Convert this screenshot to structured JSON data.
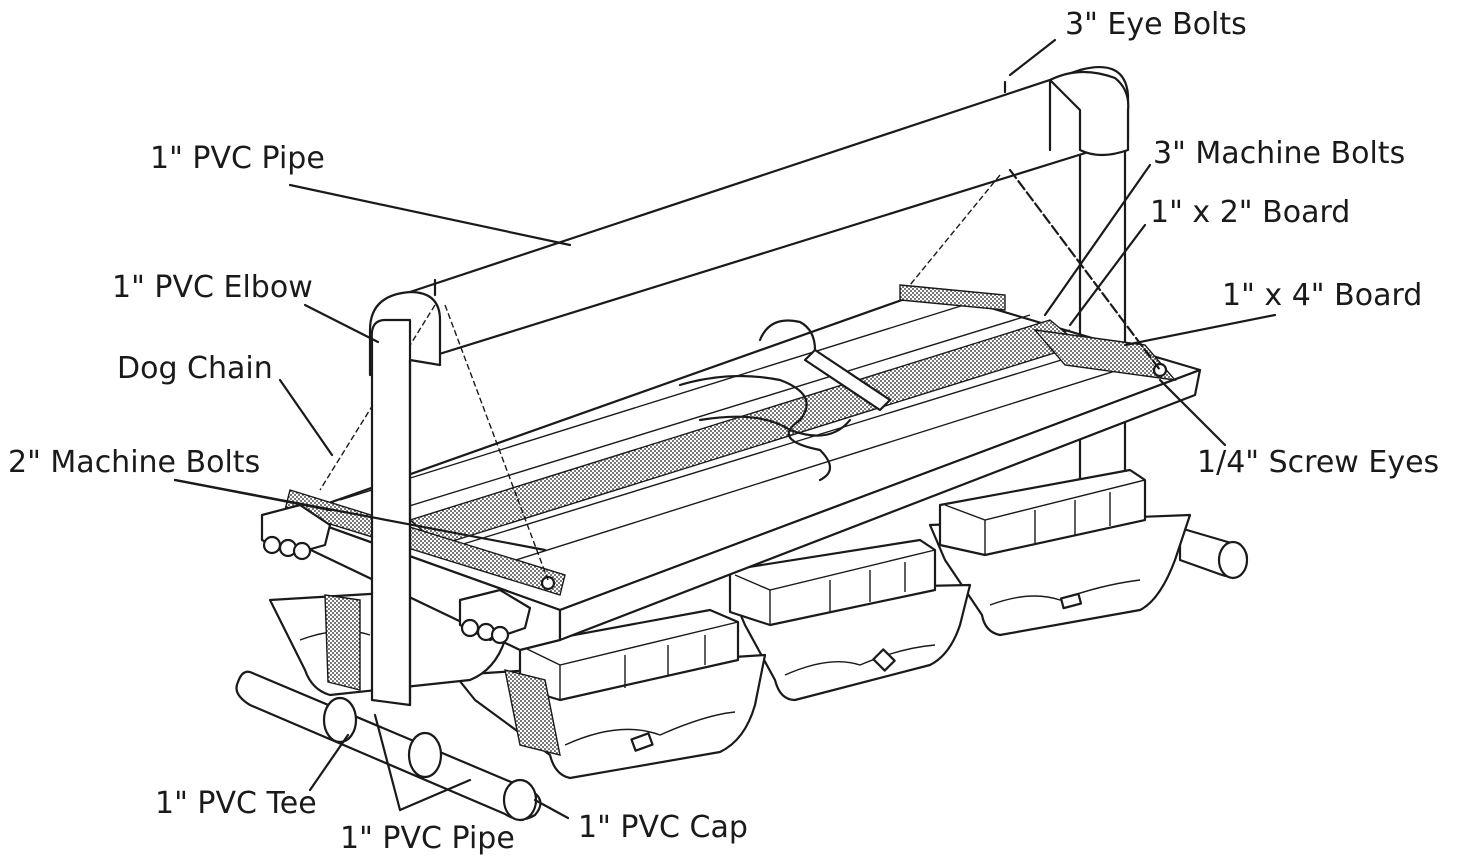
{
  "labels": {
    "eye_bolts": "3\" Eye Bolts",
    "pvc_pipe_top": "1\" PVC Pipe",
    "machine_bolts_3": "3\" Machine Bolts",
    "board_1x2": "1\" x 2\" Board",
    "pvc_elbow": "1\" PVC Elbow",
    "board_1x4": "1\" x 4\" Board",
    "dog_chain": "Dog Chain",
    "machine_bolts_2": "2\" Machine Bolts",
    "screw_eyes": "1/4\" Screw Eyes",
    "pvc_tee": "1\" PVC Tee",
    "pvc_pipe_bottom": "1\" PVC Pipe",
    "pvc_cap": "1\" PVC Cap"
  }
}
